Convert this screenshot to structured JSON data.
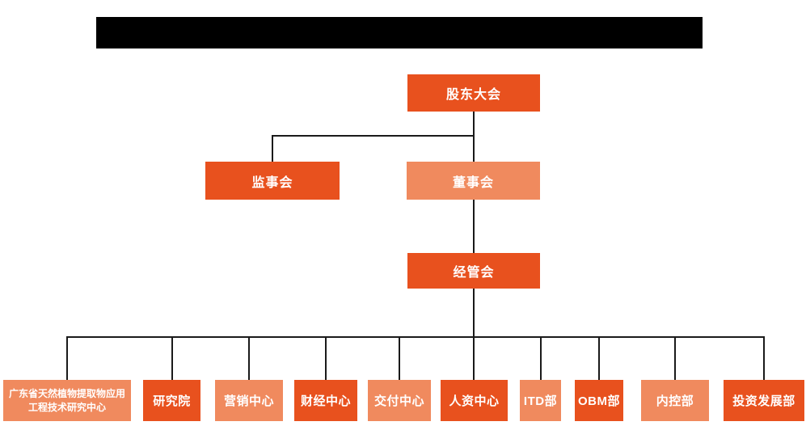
{
  "org_chart": {
    "colors": {
      "primary_orange": "#E8511E",
      "light_orange": "#F08A5E",
      "connector": "#1A1A1A",
      "redaction_bar": "#000000"
    },
    "nodes": {
      "shareholders": {
        "label": "股东大会"
      },
      "supervisory": {
        "label": "监事会"
      },
      "board": {
        "label": "董事会"
      },
      "management": {
        "label": "经管会"
      },
      "dept_research_center": {
        "label": "广东省天然植物提取物应用工程技术研究中心"
      },
      "dept_institute": {
        "label": "研究院"
      },
      "dept_marketing": {
        "label": "营销中心"
      },
      "dept_finance": {
        "label": "财经中心"
      },
      "dept_delivery": {
        "label": "交付中心"
      },
      "dept_hr": {
        "label": "人资中心"
      },
      "dept_itd": {
        "label": "ITD部"
      },
      "dept_obm": {
        "label": "OBM部"
      },
      "dept_internal_control": {
        "label": "内控部"
      },
      "dept_investment": {
        "label": "投资发展部"
      }
    },
    "hierarchy": [
      {
        "parent": "shareholders",
        "child": "supervisory"
      },
      {
        "parent": "shareholders",
        "child": "board"
      },
      {
        "parent": "board",
        "child": "management"
      },
      {
        "parent": "management",
        "child": "dept_research_center"
      },
      {
        "parent": "management",
        "child": "dept_institute"
      },
      {
        "parent": "management",
        "child": "dept_marketing"
      },
      {
        "parent": "management",
        "child": "dept_finance"
      },
      {
        "parent": "management",
        "child": "dept_delivery"
      },
      {
        "parent": "management",
        "child": "dept_hr"
      },
      {
        "parent": "management",
        "child": "dept_itd"
      },
      {
        "parent": "management",
        "child": "dept_obm"
      },
      {
        "parent": "management",
        "child": "dept_internal_control"
      },
      {
        "parent": "management",
        "child": "dept_investment"
      }
    ]
  }
}
